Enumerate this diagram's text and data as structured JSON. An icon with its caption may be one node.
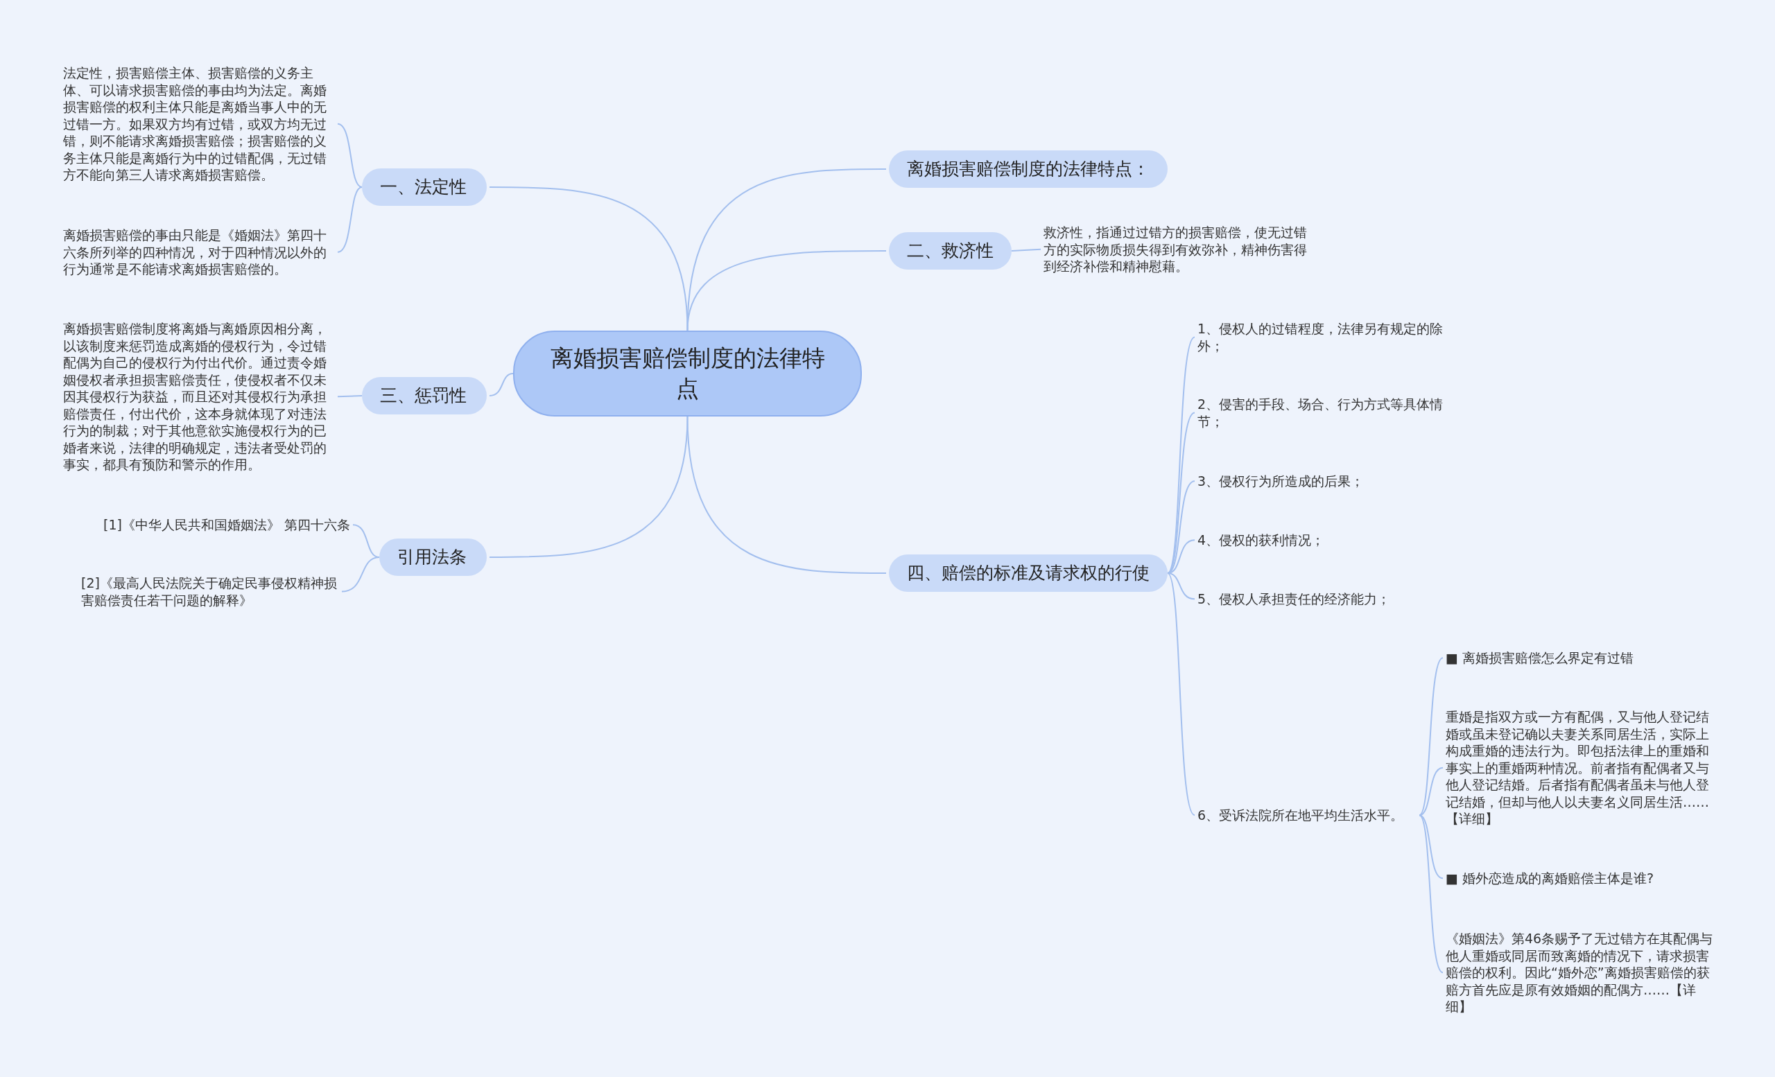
{
  "diagram": {
    "nodes": [
      {
        "text": [
          "离婚损害赔偿制度的法律特点"
        ]
      },
      {
        "text": [
          "离婚损害赔偿制度的法律特点："
        ]
      },
      {
        "text": [
          "二、救济性"
        ]
      },
      {
        "text": [
          "救济性，指通过过错方的损害赔偿，使无过错方的实际物质损失得到有效弥补，精神伤害得到经济补偿和精神慰藉。"
        ]
      },
      {
        "text": [
          "四、赔偿的标准及请求权的行使"
        ]
      },
      {
        "text": [
          "1、侵权人的过错程度，法律另有规定的除外；"
        ]
      },
      {
        "text": [
          "2、侵害的手段、场合、行为方式等具体情节；"
        ]
      },
      {
        "text": [
          "3、侵权行为所造成的后果；"
        ]
      },
      {
        "text": [
          "4、侵权的获利情况；"
        ]
      },
      {
        "text": [
          "5、侵权人承担责任的经济能力；"
        ]
      },
      {
        "text": [
          "6、受诉法院所在地平均生活水平。"
        ]
      },
      {
        "text": [
          "■ 离婚损害赔偿怎么界定有过错"
        ]
      },
      {
        "text": [
          "重婚是指双方或一方有配偶，又与他人登记结婚或虽未登记确以夫妻关系同居生活，实际上构成重婚的违法行为。即包括法律上的重婚和事实上的重婚两种情况。前者指有配偶者又与他人登记结婚。后者指有配偶者虽未与他人登记结婚，但却与他人以夫妻名义同居生活……【详细】"
        ]
      },
      {
        "text": [
          "■ 婚外恋造成的离婚赔偿主体是谁?"
        ]
      },
      {
        "text": [
          "《婚姻法》第46条赐予了无过错方在其配偶与他人重婚或同居而致离婚的情况下，请求损害赔偿的权利。因此“婚外恋”离婚损害赔偿的获赔方首先应是原有效婚姻的配偶方……【详细】"
        ]
      },
      {
        "text": [
          "一、法定性"
        ]
      },
      {
        "text": [
          "法定性，损害赔偿主体、损害赔偿的义务主体、可以请求损害赔偿的事由均为法定。离婚损害赔偿的权利主体只能是离婚当事人中的无过错一方。如果双方均有过错，或双方均无过错，则不能请求离婚损害赔偿；损害赔偿的义务主体只能是离婚行为中的过错配偶，无过错方不能向第三人请求离婚损害赔偿。"
        ]
      },
      {
        "text": [
          "离婚损害赔偿的事由只能是《婚姻法》第四十六条所列举的四种情况，对于四种情况以外的行为通常是不能请求离婚损害赔偿的。"
        ]
      },
      {
        "text": [
          "三、惩罚性"
        ]
      },
      {
        "text": [
          "离婚损害赔偿制度将离婚与离婚原因相分离，以该制度来惩罚造成离婚的侵权行为，令过错配偶为自己的侵权行为付出代价。通过责令婚姻侵权者承担损害赔偿责任，使侵权者不仅未因其侵权行为获益，而且还对其侵权行为承担赔偿责任，付出代价，这本身就体现了对违法行为的制裁；对于其他意欲实施侵权行为的已婚者来说，法律的明确规定，违法者受处罚的事实，都具有预防和警示的作用。"
        ]
      },
      {
        "text": [
          "引用法条"
        ]
      },
      {
        "text": [
          "[1]《中华人民共和国婚姻法》 第四十六条"
        ]
      },
      {
        "text": [
          "[2]《最高人民法院关于确定民事侵权精神损害赔偿责任若干问题的解释》"
        ]
      }
    ],
    "edges": [
      {
        "from": 0,
        "to": 1,
        "arrow": "none"
      },
      {
        "from": 0,
        "to": 2,
        "arrow": "none"
      },
      {
        "from": 2,
        "to": 3,
        "arrow": "none"
      },
      {
        "from": 0,
        "to": 4,
        "arrow": "none"
      },
      {
        "from": 4,
        "to": 5,
        "arrow": "none"
      },
      {
        "from": 4,
        "to": 6,
        "arrow": "none"
      },
      {
        "from": 4,
        "to": 7,
        "arrow": "none"
      },
      {
        "from": 4,
        "to": 8,
        "arrow": "none"
      },
      {
        "from": 4,
        "to": 9,
        "arrow": "none"
      },
      {
        "from": 4,
        "to": 10,
        "arrow": "none"
      },
      {
        "from": 10,
        "to": 11,
        "arrow": "none"
      },
      {
        "from": 10,
        "to": 12,
        "arrow": "none"
      },
      {
        "from": 10,
        "to": 13,
        "arrow": "none"
      },
      {
        "from": 10,
        "to": 14,
        "arrow": "none"
      },
      {
        "from": 0,
        "to": 15,
        "arrow": "none"
      },
      {
        "from": 15,
        "to": 16,
        "arrow": "none"
      },
      {
        "from": 15,
        "to": 17,
        "arrow": "none"
      },
      {
        "from": 0,
        "to": 18,
        "arrow": "none"
      },
      {
        "from": 18,
        "to": 19,
        "arrow": "none"
      },
      {
        "from": 0,
        "to": 20,
        "arrow": "none"
      },
      {
        "from": 20,
        "to": 21,
        "arrow": "none"
      },
      {
        "from": 20,
        "to": 22,
        "arrow": "none"
      }
    ]
  }
}
